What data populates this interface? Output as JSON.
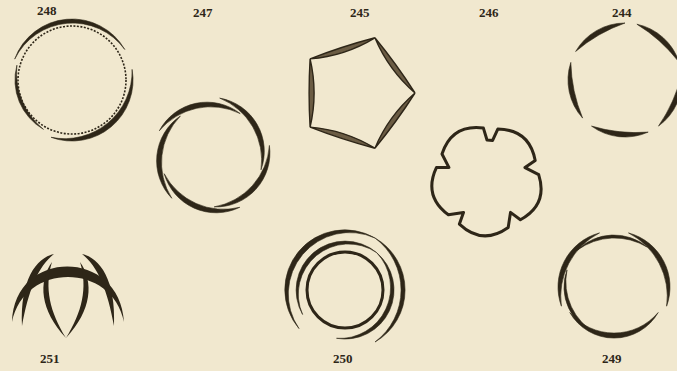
{
  "diagram": {
    "labels": [
      "248",
      "247",
      "245",
      "246",
      "244",
      "251",
      "250",
      "249"
    ]
  }
}
